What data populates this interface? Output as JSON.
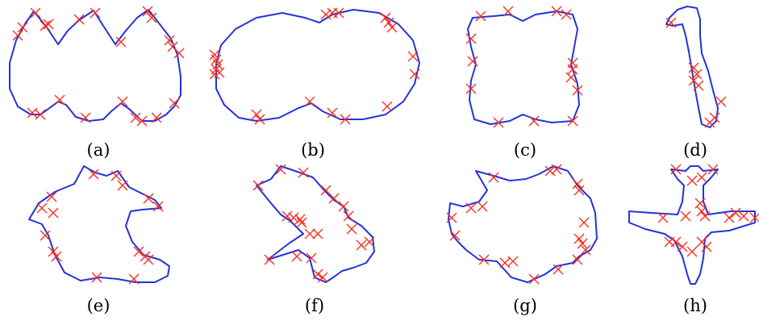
{
  "colors": {
    "contour": "#2233dd",
    "marker": "#ff2a1a",
    "caption": "#000000"
  },
  "panels": [
    {
      "id": "a",
      "caption": "(a)"
    },
    {
      "id": "b",
      "caption": "(b)"
    },
    {
      "id": "c",
      "caption": "(c)"
    },
    {
      "id": "d",
      "caption": "(d)"
    },
    {
      "id": "e",
      "caption": "(e)"
    },
    {
      "id": "f",
      "caption": "(f)"
    },
    {
      "id": "g",
      "caption": "(g)"
    },
    {
      "id": "h",
      "caption": "(h)"
    }
  ]
}
